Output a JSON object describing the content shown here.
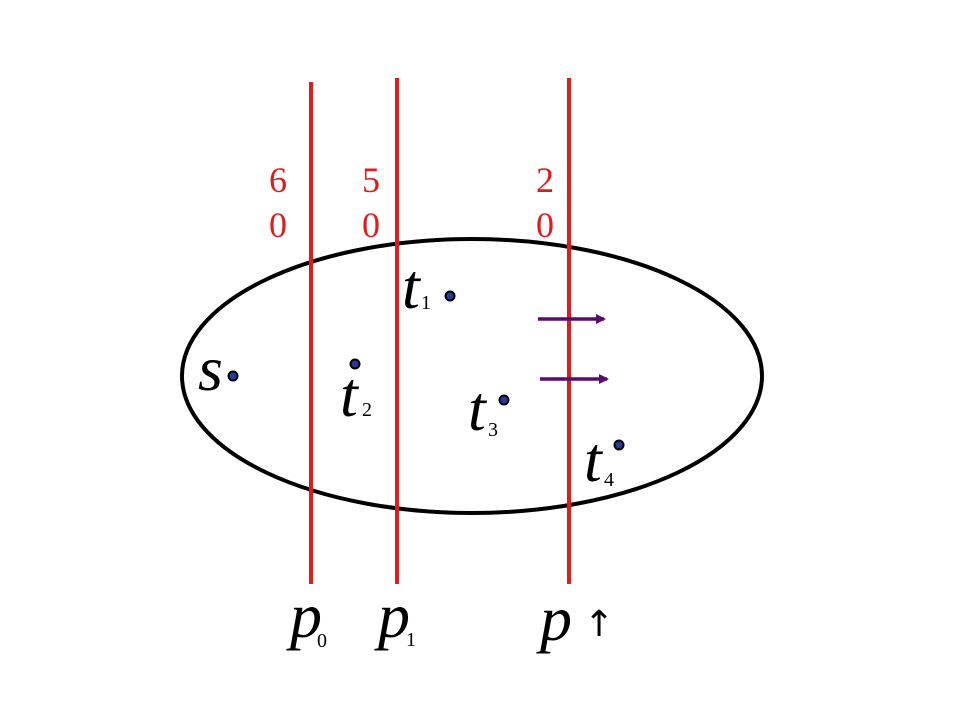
{
  "colors": {
    "cut_line": "#e31a1a",
    "ellipse": "#000000",
    "arrow": "#5a0a6e",
    "node_fill": "#2a3a9c",
    "node_ring": "#000000"
  },
  "capacities": {
    "p0": {
      "top": "6",
      "bottom": "0"
    },
    "p1": {
      "top": "5",
      "bottom": "0"
    },
    "p": {
      "top": "2",
      "bottom": "0"
    }
  },
  "nodes": {
    "s": {
      "label": "s",
      "sub": ""
    },
    "t1": {
      "label": "t",
      "sub": "1"
    },
    "t2": {
      "label": "t",
      "sub": "2"
    },
    "t3": {
      "label": "t",
      "sub": "3"
    },
    "t4": {
      "label": "t",
      "sub": "4"
    }
  },
  "cuts": {
    "p0": {
      "label": "p",
      "sub": "0"
    },
    "p1": {
      "label": "p",
      "sub": "1"
    },
    "p": {
      "label": "p",
      "sub": "",
      "suffix": "↑"
    }
  }
}
